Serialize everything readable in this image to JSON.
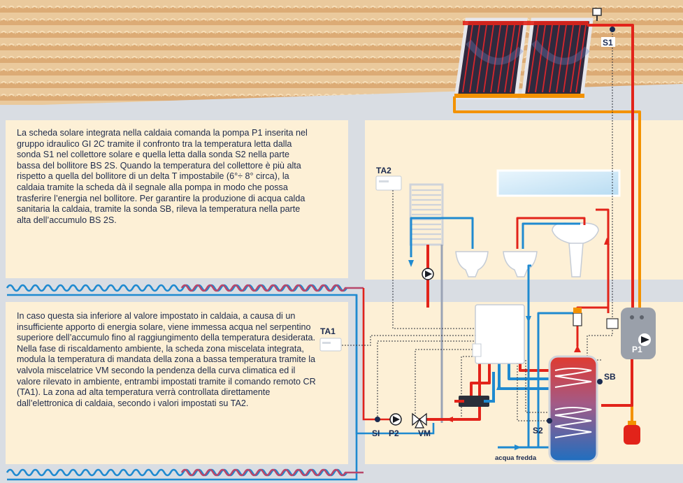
{
  "paragraph_top": "La scheda solare integrata nella caldaia comanda la pompa P1 inserita nel gruppo idraulico GI 2C tramite il confronto tra la temperatura letta dalla sonda S1 nel collettore solare e quella letta dalla sonda S2 nella parte bassa del bollitore BS 2S. Quando la temperatura del collettore è più alta rispetto a quella del bollitore di un delta T impostabile (6°÷ 8° circa), la caldaia tramite la scheda dà il segnale alla pompa in modo che possa trasferire l’energia nel bollitore. Per garantire la produzione di acqua calda sanitaria la caldaia, tramite la sonda SB, rileva la temperatura nella parte alta dell’accumulo BS 2S.",
  "paragraph_bottom": "In caso questa sia inferiore al valore impostato in caldaia, a causa di un insufficiente apporto di energia solare, viene immessa acqua nel serpentino superiore dell’accumulo fino al raggiungimento della temperatura desiderata. Nella fase di riscaldamento ambiente, la scheda zona miscelata integrata, modula la temperatura di mandata della zona a bassa temperatura tramite la valvola miscelatrice VM secondo la pendenza della curva climatica ed il valore rilevato in ambiente, entrambi impostati tramite il comando remoto CR (TA1). La zona ad alta temperatura verrà controllata direttamente dall’elettronica di caldaia, secondo i valori impostati su TA2.",
  "labels": {
    "s1": "S1",
    "ta2": "TA2",
    "ta1": "TA1",
    "p1": "P1",
    "sb": "SB",
    "s2": "S2",
    "si": "SI",
    "p2": "P2",
    "vm": "VM",
    "acqua_fredda": "acqua fredda"
  },
  "colors": {
    "hot": "#e2231a",
    "cold": "#1f8ad0",
    "solar": "#f39200",
    "panel": "#fdf0d6",
    "wall": "#d9dde3",
    "roof": "#e0b784"
  }
}
